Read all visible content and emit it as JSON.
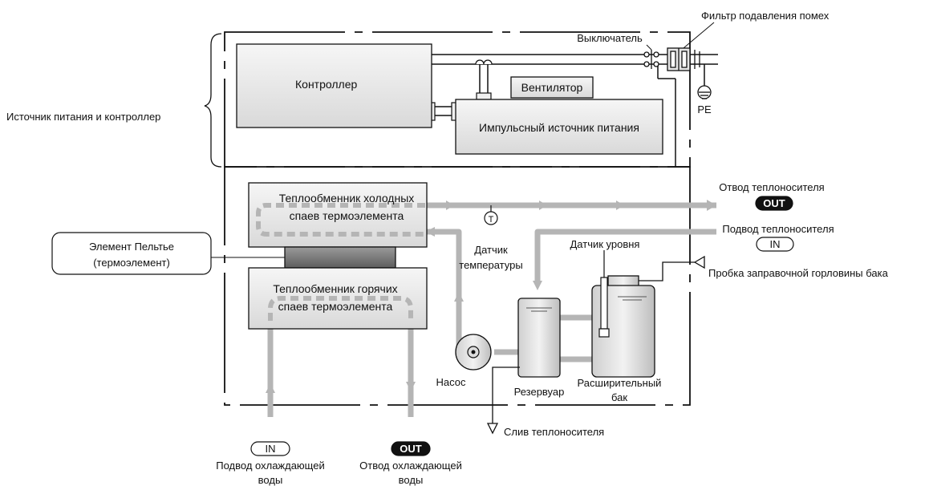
{
  "sections": {
    "power": "Источник питания и контроллер",
    "peltier_line1": "Элемент Пельтье",
    "peltier_line2": "(термоэлемент)"
  },
  "components": {
    "controller": "Контроллер",
    "fan": "Вентилятор",
    "psu": "Импульсный источник питания",
    "cold_hx_line1": "Теплообменник холодных",
    "cold_hx_line2": "спаев термоэлемента",
    "hot_hx_line1": "Теплообменник горячих",
    "hot_hx_line2": "спаев термоэлемента",
    "switch": "Выключатель",
    "filter": "Фильтр подавления помех",
    "pe": "PE",
    "temp_sensor_symbol": "T",
    "temp_sensor_line1": "Датчик",
    "temp_sensor_line2": "температуры",
    "level_sensor": "Датчик уровня",
    "pump": "Насос",
    "reservoir": "Резервуар",
    "expansion_line1": "Расширительный",
    "expansion_line2": "бак"
  },
  "ports": {
    "coolant_out_label": "Отвод теплоносителя",
    "coolant_in_label": "Подвод теплоносителя",
    "filler_cap": "Пробка заправочной горловины бака",
    "drain": "Слив теплоносителя",
    "water_in_line1": "Подвод охлаждающей",
    "water_in_line2": "воды",
    "water_out_line1": "Отвод охлаждающей",
    "water_out_line2": "воды",
    "in_badge": "IN",
    "out_badge": "OUT"
  },
  "colors": {
    "pipe": "#b5b5b5",
    "box_fill": "#eaeaea",
    "peltier": "#7a7a7a",
    "line": "#111111"
  }
}
